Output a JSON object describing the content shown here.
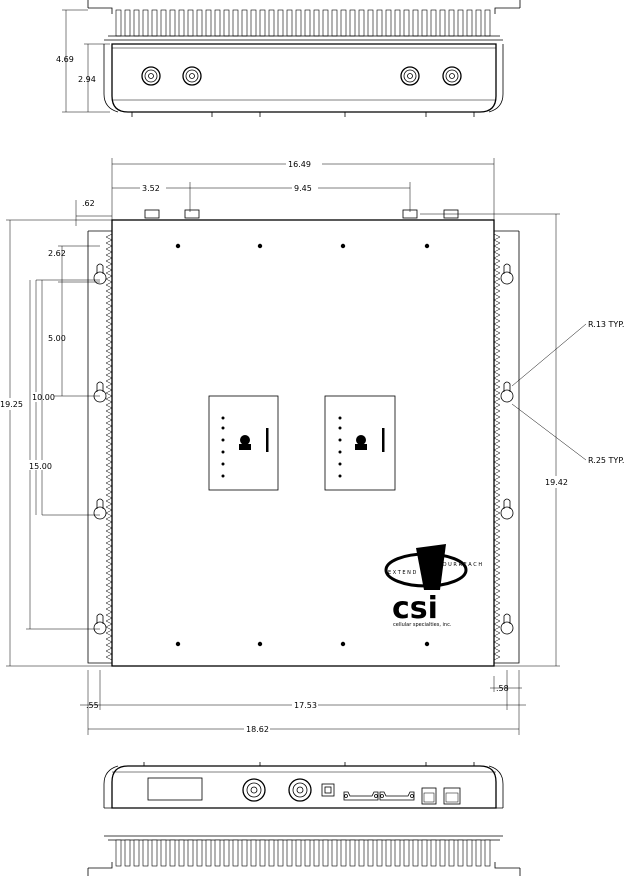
{
  "dimensions": {
    "top_height_overall": "4.69",
    "top_height_body": "2.94",
    "width_body": "16.49",
    "conn_offset": "3.52",
    "conn_spacing": "9.45",
    "flange_offset": ".62",
    "hole_top_offset": "2.62",
    "hole_spacing_1": "5.00",
    "hole_spacing_2": "10.00",
    "hole_spacing_3": "15.00",
    "height_left": "19.25",
    "height_right": "19.42",
    "slot_radius_small": "R.13  TYP.",
    "slot_radius_large": "R.25  TYP.",
    "flange_left": ".55",
    "flange_right": ".58",
    "hole_span": "17.53",
    "width_overall": "18.62"
  },
  "logo": {
    "name": "csi",
    "tagline": "cellular specialties, inc.",
    "arc_text_left": "E X T E N D",
    "arc_text_right": "Y O U R   R E A C H"
  },
  "colors": {
    "line": "#000000",
    "background": "#ffffff"
  }
}
